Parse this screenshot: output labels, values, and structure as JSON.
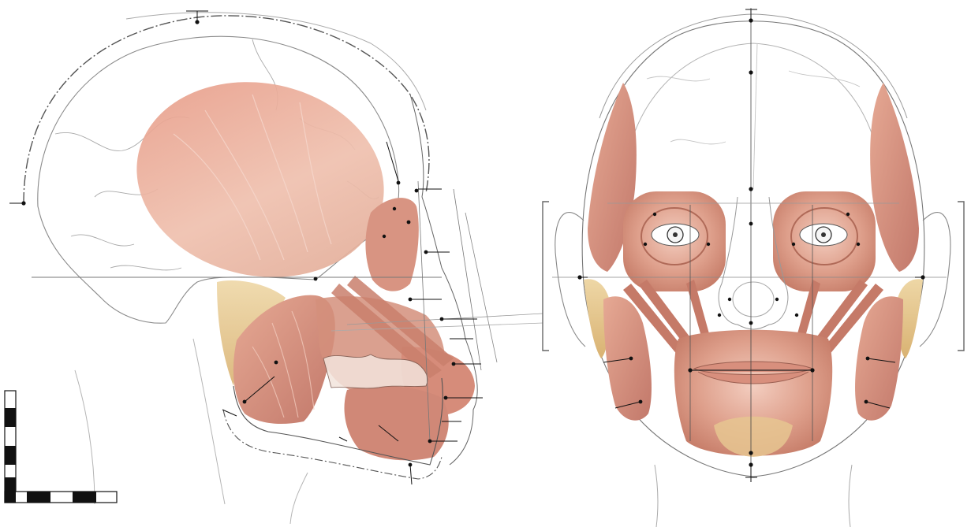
{
  "figure": {
    "views": [
      {
        "id": "lateral",
        "name": "lateral-view"
      },
      {
        "id": "frontal",
        "name": "frontal-view"
      }
    ],
    "scale_bar": {
      "horizontal_segments": 6,
      "vertical_segments": 6
    },
    "colors": {
      "background": "#ffffff",
      "muscle": "#d99a86",
      "muscle_dark": "#b8705e",
      "muscle_light": "#efc4b2",
      "fat_pad": "#e8c98a",
      "skull_line": "#8a8a8a",
      "guide_line": "#444444",
      "landmark": "#111111"
    }
  }
}
